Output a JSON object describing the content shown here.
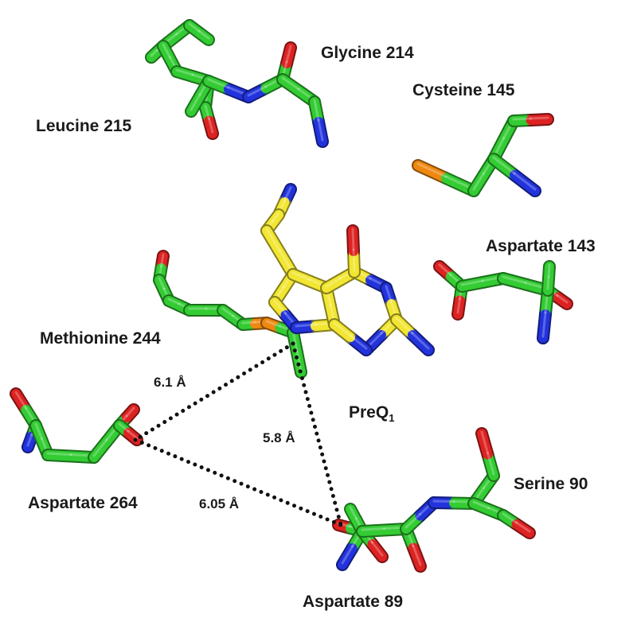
{
  "residues": {
    "glycine_214": "Glycine 214",
    "leucine_215": "Leucine 215",
    "cysteine_145": "Cysteine 145",
    "aspartate_143": "Aspartate 143",
    "methionine_244": "Methionine 244",
    "aspartate_264": "Aspartate 264",
    "serine_90": "Serine 90",
    "aspartate_89": "Aspartate 89"
  },
  "ligand": {
    "name": "PreQ",
    "subscript": "1"
  },
  "distances": {
    "d1": "6.1 Å",
    "d2": "5.8 Å",
    "d3": "6.05 Å"
  },
  "colors": {
    "carbon_residue": "#33cc33",
    "carbon_ligand": "#f2e632",
    "nitrogen": "#2233dd",
    "oxygen": "#dd2222",
    "sulfur": "#ee8811",
    "distance_line": "#111111"
  }
}
